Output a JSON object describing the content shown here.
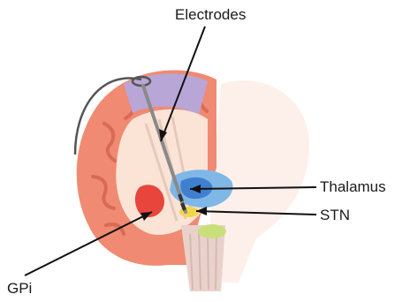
{
  "labels": {
    "electrodes": "Electrodes",
    "thalamus": "Thalamus",
    "stn": "STN",
    "gpi": "GPi"
  },
  "colors": {
    "cortex": "#f08a72",
    "cortex_dark": "#d96a55",
    "white_matter": "#fbe4d6",
    "motor_strip": "#b8a6d6",
    "thalamus": "#7fb7e6",
    "thalamus_dark": "#3f7fd0",
    "stn": "#f2d64a",
    "substantia": "#c9e07a",
    "gpi": "#e8453c",
    "lead": "#555555",
    "pointer": "#111111"
  }
}
